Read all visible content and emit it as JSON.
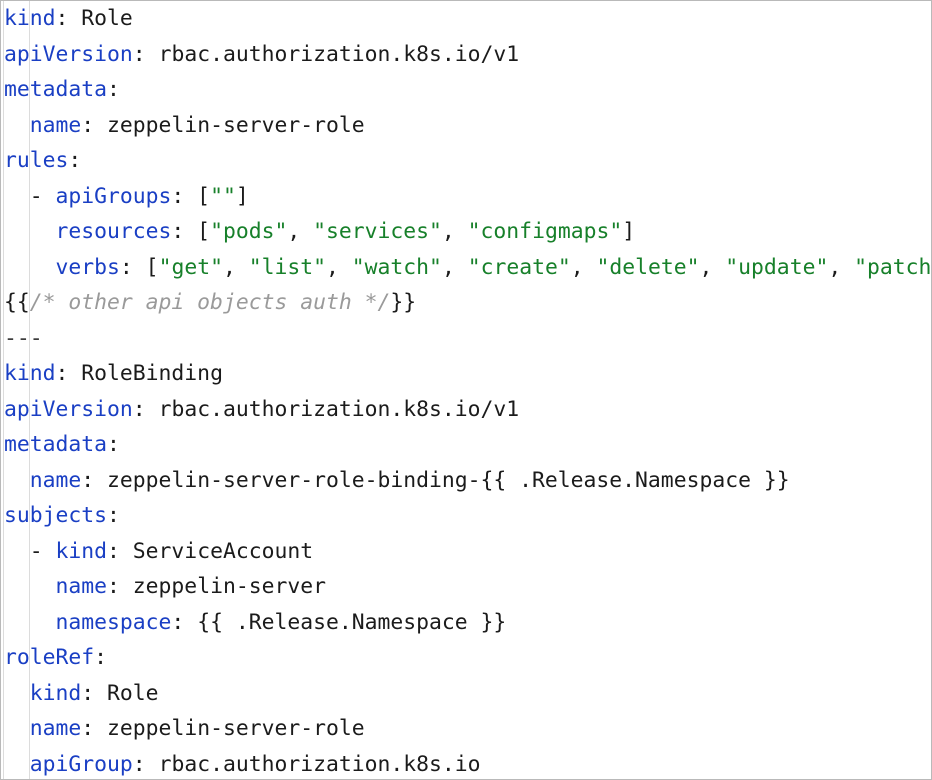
{
  "editor": {
    "language": "yaml",
    "description": "Kubernetes RBAC Role and RoleBinding Helm template",
    "background_color": "#ffffff",
    "border_color": "#b9b9b9",
    "indent_guide_color": "#dcdcdc",
    "colors": {
      "key": "#1a3fc4",
      "string": "#17802a",
      "plain": "#1b1b1b",
      "comment": "#9a9a9a",
      "separator": "#3c3c3c"
    },
    "indent_guide_columns": [
      0,
      2
    ]
  },
  "code": {
    "lines": [
      {
        "n": 1,
        "tokens": [
          {
            "t": "kind",
            "c": "key"
          },
          {
            "t": ": ",
            "c": "punct"
          },
          {
            "t": "Role",
            "c": "plain"
          }
        ]
      },
      {
        "n": 2,
        "tokens": [
          {
            "t": "apiVersion",
            "c": "key"
          },
          {
            "t": ": ",
            "c": "punct"
          },
          {
            "t": "rbac.authorization.k8s.io/v1",
            "c": "plain"
          }
        ]
      },
      {
        "n": 3,
        "tokens": [
          {
            "t": "metadata",
            "c": "key"
          },
          {
            "t": ":",
            "c": "punct"
          }
        ]
      },
      {
        "n": 4,
        "tokens": [
          {
            "t": "  ",
            "c": "plain"
          },
          {
            "t": "name",
            "c": "key"
          },
          {
            "t": ": ",
            "c": "punct"
          },
          {
            "t": "zeppelin-server-role",
            "c": "plain"
          }
        ]
      },
      {
        "n": 5,
        "tokens": [
          {
            "t": "rules",
            "c": "key"
          },
          {
            "t": ":",
            "c": "punct"
          }
        ]
      },
      {
        "n": 6,
        "tokens": [
          {
            "t": "  - ",
            "c": "punct"
          },
          {
            "t": "apiGroups",
            "c": "key"
          },
          {
            "t": ": [",
            "c": "punct"
          },
          {
            "t": "\"\"",
            "c": "str"
          },
          {
            "t": "]",
            "c": "punct"
          }
        ]
      },
      {
        "n": 7,
        "tokens": [
          {
            "t": "    ",
            "c": "plain"
          },
          {
            "t": "resources",
            "c": "key"
          },
          {
            "t": ": [",
            "c": "punct"
          },
          {
            "t": "\"pods\"",
            "c": "str"
          },
          {
            "t": ", ",
            "c": "punct"
          },
          {
            "t": "\"services\"",
            "c": "str"
          },
          {
            "t": ", ",
            "c": "punct"
          },
          {
            "t": "\"configmaps\"",
            "c": "str"
          },
          {
            "t": "]",
            "c": "punct"
          }
        ]
      },
      {
        "n": 8,
        "tokens": [
          {
            "t": "    ",
            "c": "plain"
          },
          {
            "t": "verbs",
            "c": "key"
          },
          {
            "t": ": [",
            "c": "punct"
          },
          {
            "t": "\"get\"",
            "c": "str"
          },
          {
            "t": ", ",
            "c": "punct"
          },
          {
            "t": "\"list\"",
            "c": "str"
          },
          {
            "t": ", ",
            "c": "punct"
          },
          {
            "t": "\"watch\"",
            "c": "str"
          },
          {
            "t": ", ",
            "c": "punct"
          },
          {
            "t": "\"create\"",
            "c": "str"
          },
          {
            "t": ", ",
            "c": "punct"
          },
          {
            "t": "\"delete\"",
            "c": "str"
          },
          {
            "t": ", ",
            "c": "punct"
          },
          {
            "t": "\"update\"",
            "c": "str"
          },
          {
            "t": ", ",
            "c": "punct"
          },
          {
            "t": "\"patch\"",
            "c": "str"
          },
          {
            "t": "]",
            "c": "punct"
          }
        ]
      },
      {
        "n": 9,
        "tokens": [
          {
            "t": "{{",
            "c": "delim"
          },
          {
            "t": "/* other api objects auth */",
            "c": "comment"
          },
          {
            "t": "}}",
            "c": "delim"
          }
        ]
      },
      {
        "n": 10,
        "tokens": [
          {
            "t": "---",
            "c": "sep"
          }
        ]
      },
      {
        "n": 11,
        "tokens": [
          {
            "t": "kind",
            "c": "key"
          },
          {
            "t": ": ",
            "c": "punct"
          },
          {
            "t": "RoleBinding",
            "c": "plain"
          }
        ]
      },
      {
        "n": 12,
        "tokens": [
          {
            "t": "apiVersion",
            "c": "key"
          },
          {
            "t": ": ",
            "c": "punct"
          },
          {
            "t": "rbac.authorization.k8s.io/v1",
            "c": "plain"
          }
        ]
      },
      {
        "n": 13,
        "tokens": [
          {
            "t": "metadata",
            "c": "key"
          },
          {
            "t": ":",
            "c": "punct"
          }
        ]
      },
      {
        "n": 14,
        "tokens": [
          {
            "t": "  ",
            "c": "plain"
          },
          {
            "t": "name",
            "c": "key"
          },
          {
            "t": ": ",
            "c": "punct"
          },
          {
            "t": "zeppelin-server-role-binding-{{ .Release.Namespace }}",
            "c": "plain"
          }
        ]
      },
      {
        "n": 15,
        "tokens": [
          {
            "t": "subjects",
            "c": "key"
          },
          {
            "t": ":",
            "c": "punct"
          }
        ]
      },
      {
        "n": 16,
        "tokens": [
          {
            "t": "  - ",
            "c": "punct"
          },
          {
            "t": "kind",
            "c": "key"
          },
          {
            "t": ": ",
            "c": "punct"
          },
          {
            "t": "ServiceAccount",
            "c": "plain"
          }
        ]
      },
      {
        "n": 17,
        "tokens": [
          {
            "t": "    ",
            "c": "plain"
          },
          {
            "t": "name",
            "c": "key"
          },
          {
            "t": ": ",
            "c": "punct"
          },
          {
            "t": "zeppelin-server",
            "c": "plain"
          }
        ]
      },
      {
        "n": 18,
        "tokens": [
          {
            "t": "    ",
            "c": "plain"
          },
          {
            "t": "namespace",
            "c": "key"
          },
          {
            "t": ": ",
            "c": "punct"
          },
          {
            "t": "{{ .Release.Namespace }}",
            "c": "plain"
          }
        ]
      },
      {
        "n": 19,
        "tokens": [
          {
            "t": "roleRef",
            "c": "key"
          },
          {
            "t": ":",
            "c": "punct"
          }
        ]
      },
      {
        "n": 20,
        "tokens": [
          {
            "t": "  ",
            "c": "plain"
          },
          {
            "t": "kind",
            "c": "key"
          },
          {
            "t": ": ",
            "c": "punct"
          },
          {
            "t": "Role",
            "c": "plain"
          }
        ]
      },
      {
        "n": 21,
        "tokens": [
          {
            "t": "  ",
            "c": "plain"
          },
          {
            "t": "name",
            "c": "key"
          },
          {
            "t": ": ",
            "c": "punct"
          },
          {
            "t": "zeppelin-server-role",
            "c": "plain"
          }
        ]
      },
      {
        "n": 22,
        "tokens": [
          {
            "t": "  ",
            "c": "plain"
          },
          {
            "t": "apiGroup",
            "c": "key"
          },
          {
            "t": ": ",
            "c": "punct"
          },
          {
            "t": "rbac.authorization.k8s.io",
            "c": "plain"
          }
        ]
      }
    ]
  }
}
